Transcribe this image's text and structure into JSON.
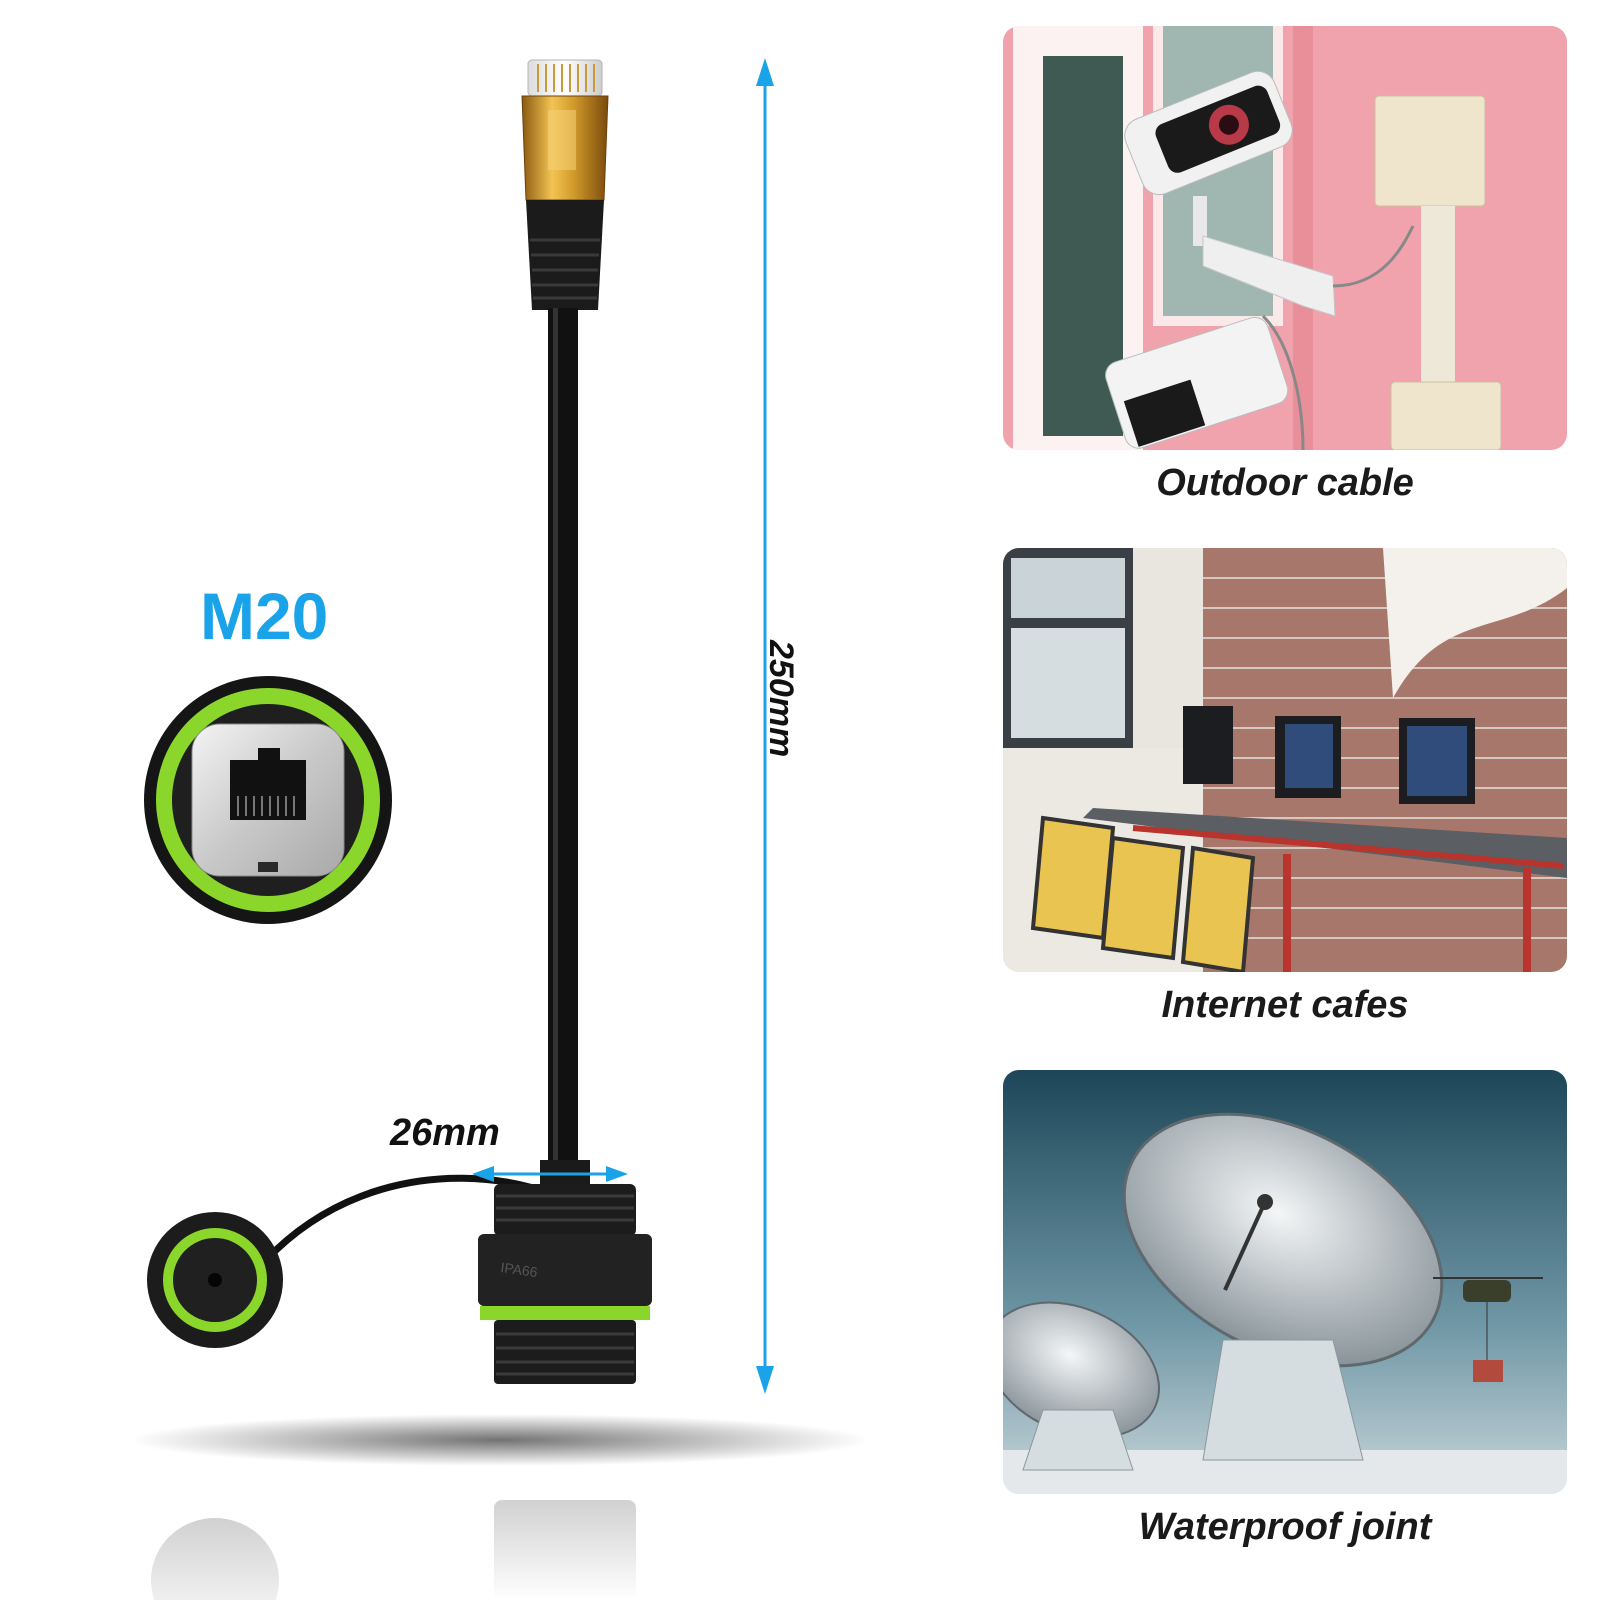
{
  "product": {
    "thread_label": "M20",
    "length_label": "250mm",
    "width_label": "26mm",
    "rating_marking": "IPA66"
  },
  "applications": [
    {
      "caption": "Outdoor cable"
    },
    {
      "caption": "Internet cafes"
    },
    {
      "caption": "Waterproof joint"
    }
  ],
  "colors": {
    "accent_blue": "#1aa3e8",
    "seal_green": "#8bd62a",
    "cable_black": "#111111",
    "plug_gold": "#d8a732"
  }
}
